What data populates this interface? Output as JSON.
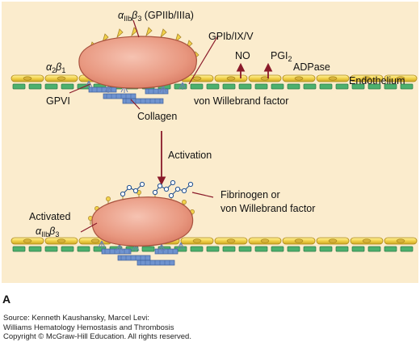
{
  "figure": {
    "panel_letter": "A",
    "labels": {
      "integrin_top_greek": "α",
      "integrin_top_sub": "IIb",
      "integrin_top_beta": "β",
      "integrin_top_sub2": "3",
      "integrin_top_rest": " (GPIIb/IIIa)",
      "a2b1_alpha": "α",
      "a2b1_sub1": "2",
      "a2b1_beta": "β",
      "a2b1_sub2": "1",
      "gpib": "GPIb/IX/V",
      "no": "NO",
      "pgi2_main": "PGI",
      "pgi2_sub": "2",
      "adpase": "ADPase",
      "endothelium": "Endothelium",
      "gpvi": "GPVI",
      "vwf": "von Willebrand factor",
      "collagen": "Collagen",
      "activation": "Activation",
      "fibrinogen_line1": "Fibrinogen or",
      "fibrinogen_line2": "von Willebrand factor",
      "activated": "Activated",
      "integrin_bottom_alpha": "α",
      "integrin_bottom_sub": "IIb",
      "integrin_bottom_beta": "β",
      "integrin_bottom_sub2": "3"
    }
  },
  "source": {
    "line1": "Source: Kenneth Kaushansky, Marcel Levi:",
    "line2": "Williams Hematology Hemostasis and Thrombosis",
    "line3": "Copyright © McGraw-Hill Education. All rights reserved."
  },
  "colors": {
    "background": "#fbeccd",
    "platelet": "#e8977f",
    "endothelium_yellow": "#f2d24a",
    "endothelium_green": "#4cb06e",
    "collagen_blue": "#6f93cf",
    "arrow": "#8a1a2a"
  }
}
